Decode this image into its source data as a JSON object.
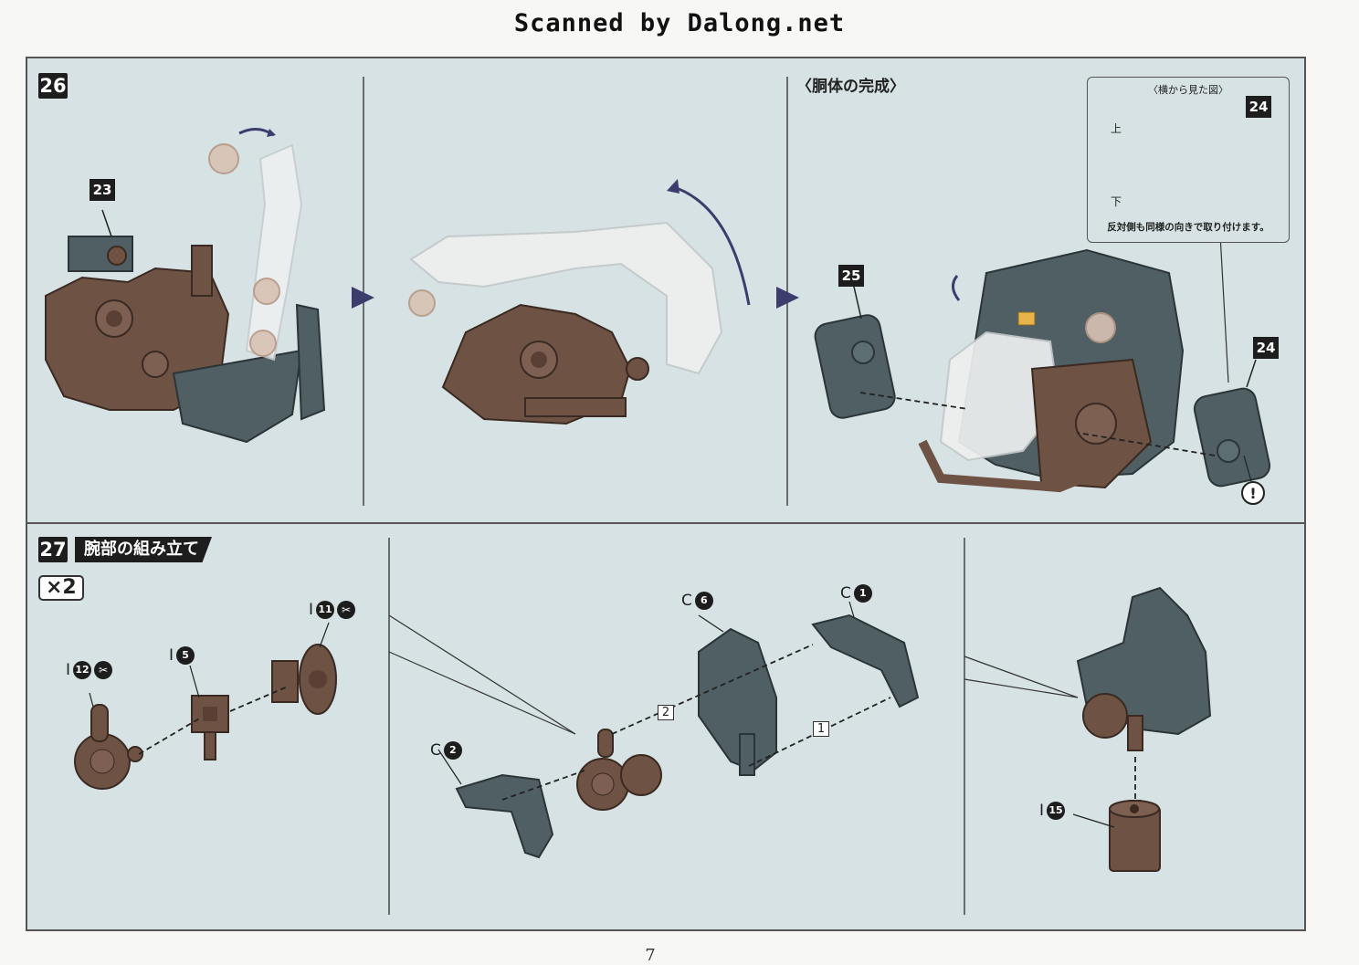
{
  "header": {
    "scan_credit": "Scanned by Dalong.net"
  },
  "step26": {
    "number": "26",
    "section_title": "〈胴体の完成〉",
    "callouts": {
      "a": "23",
      "b": "25",
      "c": "24",
      "d": "24"
    },
    "side_view": {
      "title": "〈横から見た図〉",
      "top_label": "上",
      "bottom_label": "下",
      "part": "24",
      "note": "反対側も同様の向きで取り付けます。"
    }
  },
  "step27": {
    "number": "27",
    "title": "腕部の組み立て",
    "multiplier": "×2",
    "parts": [
      {
        "runner": "I",
        "num": "12",
        "nipper": true
      },
      {
        "runner": "I",
        "num": "5",
        "nipper": false
      },
      {
        "runner": "I",
        "num": "11",
        "nipper": true
      },
      {
        "runner": "C",
        "num": "6",
        "nipper": false
      },
      {
        "runner": "C",
        "num": "1",
        "nipper": false
      },
      {
        "runner": "C",
        "num": "2",
        "nipper": false
      },
      {
        "runner": "I",
        "num": "15",
        "nipper": false
      }
    ],
    "order_marks": {
      "first": "1",
      "second": "2"
    }
  },
  "footer": {
    "page_number": "7"
  },
  "colors": {
    "brown": "#6e5243",
    "slate": "#4f5f63",
    "ghost": "#eef0f0",
    "panel": "#d6e2e3",
    "arrow": "#3d3d6d"
  }
}
